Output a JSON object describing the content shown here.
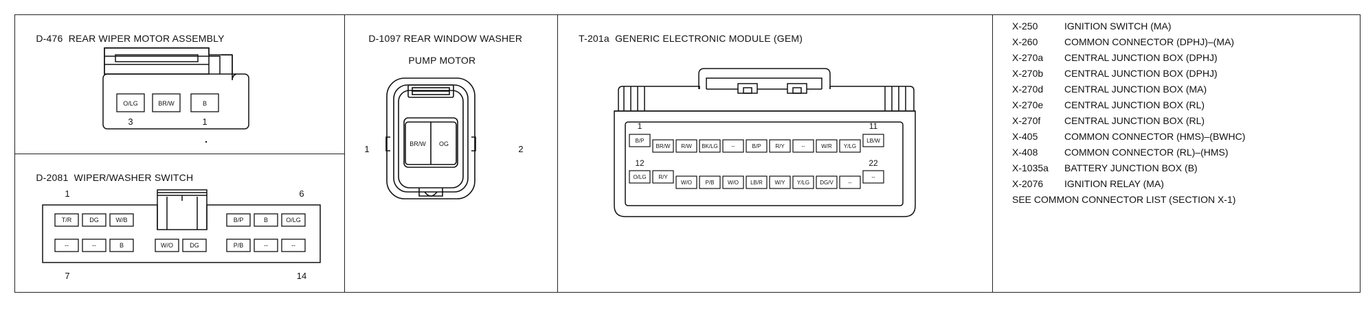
{
  "d476": {
    "code": "D-476",
    "title": "REAR WIPER MOTOR ASSEMBLY",
    "pins": [
      "O/LG",
      "BR/W",
      "B"
    ],
    "left_num": "3",
    "right_num": "1"
  },
  "d2081": {
    "code": "D-2081",
    "title": "WIPER/WASHER SWITCH",
    "num_top_left": "1",
    "num_top_right": "6",
    "num_bottom_left": "7",
    "num_bottom_right": "14",
    "top_left_pins": [
      "T/R",
      "DG",
      "W/B"
    ],
    "top_right_pins": [
      "B/P",
      "B",
      "O/LG"
    ],
    "bottom_left_pins": [
      "--",
      "--",
      "B"
    ],
    "bottom_mid_pins": [
      "W/O",
      "DG"
    ],
    "bottom_right_pins": [
      "P/B",
      "--",
      "--"
    ]
  },
  "d1097": {
    "code": "D-1097",
    "title_line1": "REAR WINDOW WASHER",
    "title_line2": "PUMP MOTOR",
    "pins": [
      "BR/W",
      "OG"
    ],
    "left_num": "1",
    "right_num": "2"
  },
  "t201a": {
    "code": "T-201a",
    "title": "GENERIC ELECTRONIC MODULE (GEM)",
    "num_1": "1",
    "num_11": "11",
    "num_12": "12",
    "num_22": "22",
    "pin1": "B/P",
    "pin11": "LB/W",
    "top_pins": [
      "BR/W",
      "R/W",
      "BK/LG",
      "--",
      "B/P",
      "R/Y",
      "--",
      "W/R",
      "Y/LG"
    ],
    "pin12": "O/LG",
    "pin22": "--",
    "bottom_pins": [
      "R/Y",
      "W/O",
      "P/B",
      "W/O",
      "LB/R",
      "W/Y",
      "Y/LG",
      "DG/V",
      "--"
    ]
  },
  "connector_list": [
    {
      "code": "X-250",
      "desc": "IGNITION SWITCH (MA)"
    },
    {
      "code": "X-260",
      "desc": "COMMON CONNECTOR (DPHJ)–(MA)"
    },
    {
      "code": "X-270a",
      "desc": "CENTRAL JUNCTION BOX (DPHJ)"
    },
    {
      "code": "X-270b",
      "desc": "CENTRAL JUNCTION BOX (DPHJ)"
    },
    {
      "code": "X-270d",
      "desc": "CENTRAL JUNCTION BOX (MA)"
    },
    {
      "code": "X-270e",
      "desc": "CENTRAL JUNCTION BOX (RL)"
    },
    {
      "code": "X-270f",
      "desc": "CENTRAL JUNCTION BOX (RL)"
    },
    {
      "code": "X-405",
      "desc": "COMMON CONNECTOR (HMS)–(BWHC)"
    },
    {
      "code": "X-408",
      "desc": "COMMON CONNECTOR (RL)–(HMS)"
    },
    {
      "code": "X-1035a",
      "desc": "BATTERY JUNCTION BOX (B)"
    },
    {
      "code": "X-2076",
      "desc": "IGNITION RELAY (MA)"
    }
  ],
  "see_note": "SEE COMMON CONNECTOR LIST (SECTION X-1)"
}
